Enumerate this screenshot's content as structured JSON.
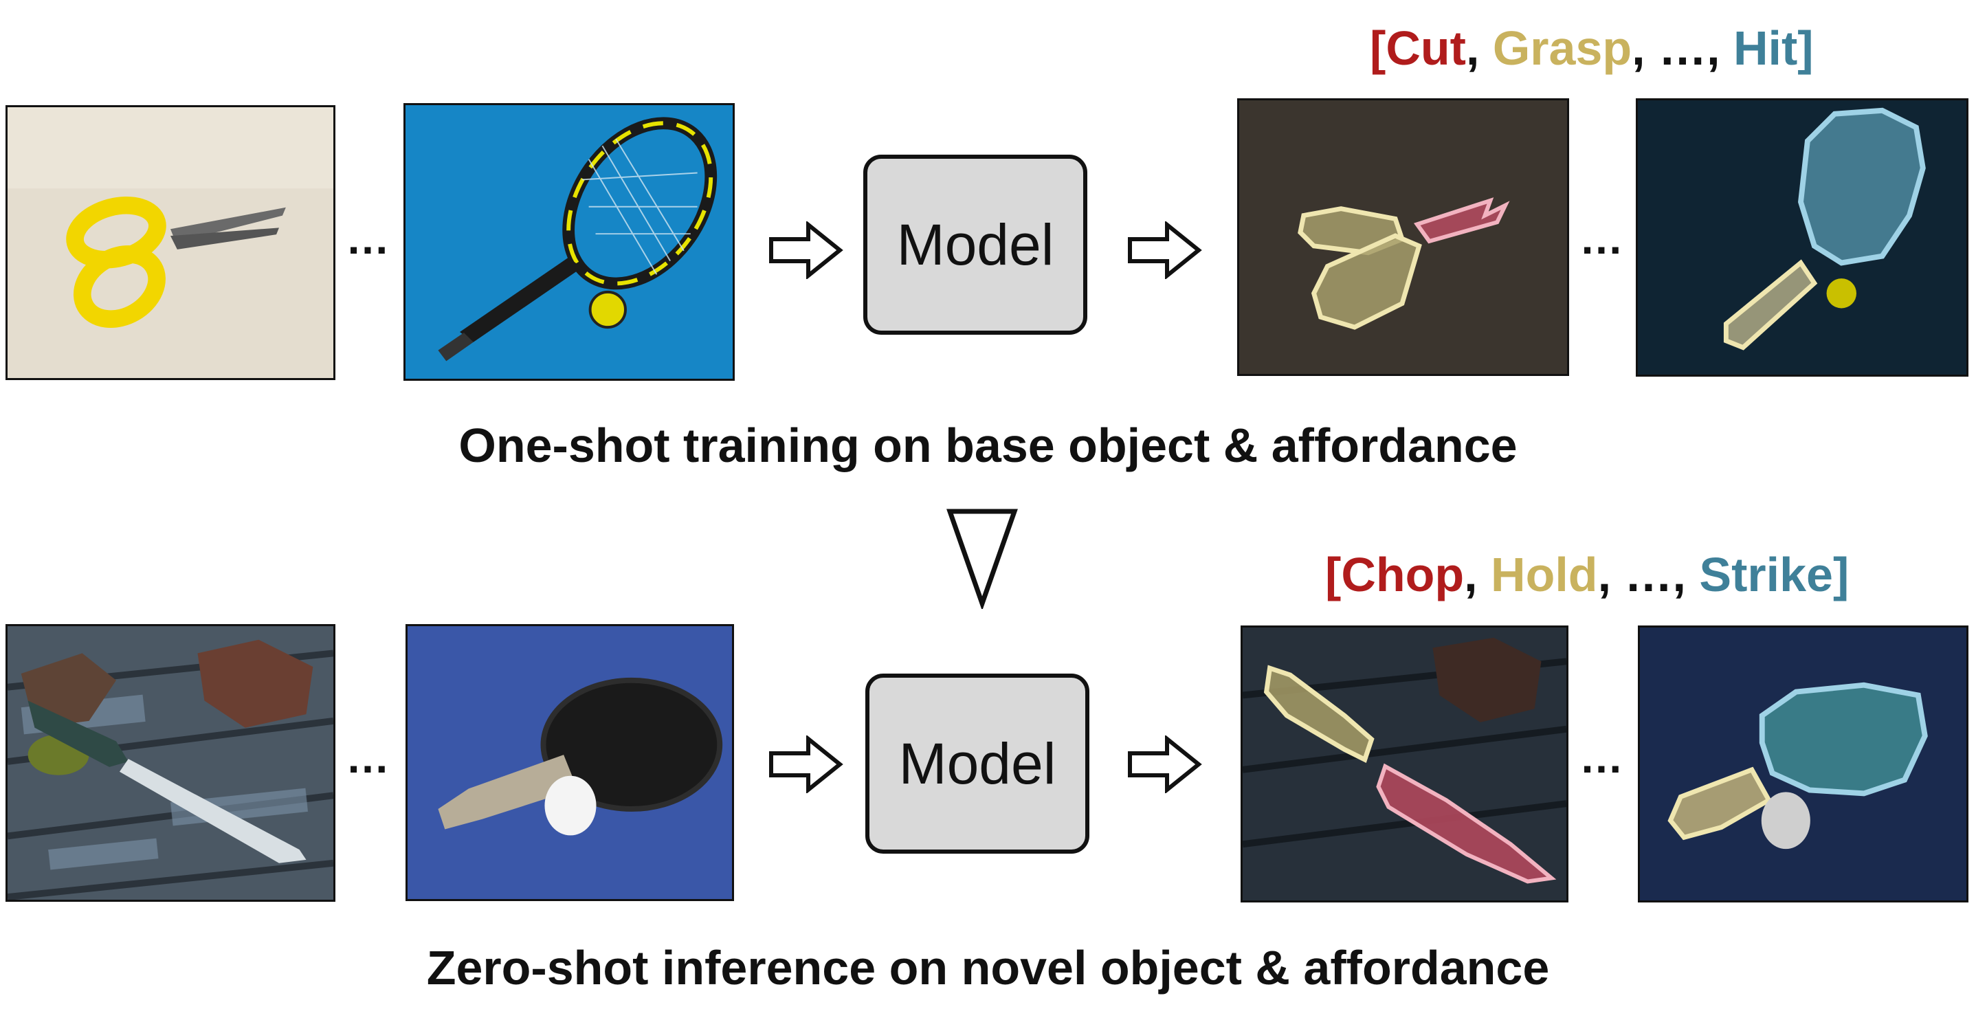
{
  "top": {
    "model_label": "Model",
    "ellipsis": "…",
    "labels": {
      "open": "[",
      "first": "Cut",
      "second": "Grasp",
      "middle": "…",
      "last": "Hit",
      "close": "]",
      "sep": ", "
    },
    "caption": "One-shot training on base object & affordance"
  },
  "bottom": {
    "model_label": "Model",
    "ellipsis": "…",
    "labels": {
      "open": "[",
      "first": "Chop",
      "second": "Hold",
      "middle": "…",
      "last": "Strike",
      "close": "]",
      "sep": ", "
    },
    "caption": "Zero-shot inference on novel object & affordance"
  },
  "colors": {
    "red": "#b01c1c",
    "gold": "#c9b25e",
    "teal": "#3f8099",
    "text": "#111111"
  }
}
